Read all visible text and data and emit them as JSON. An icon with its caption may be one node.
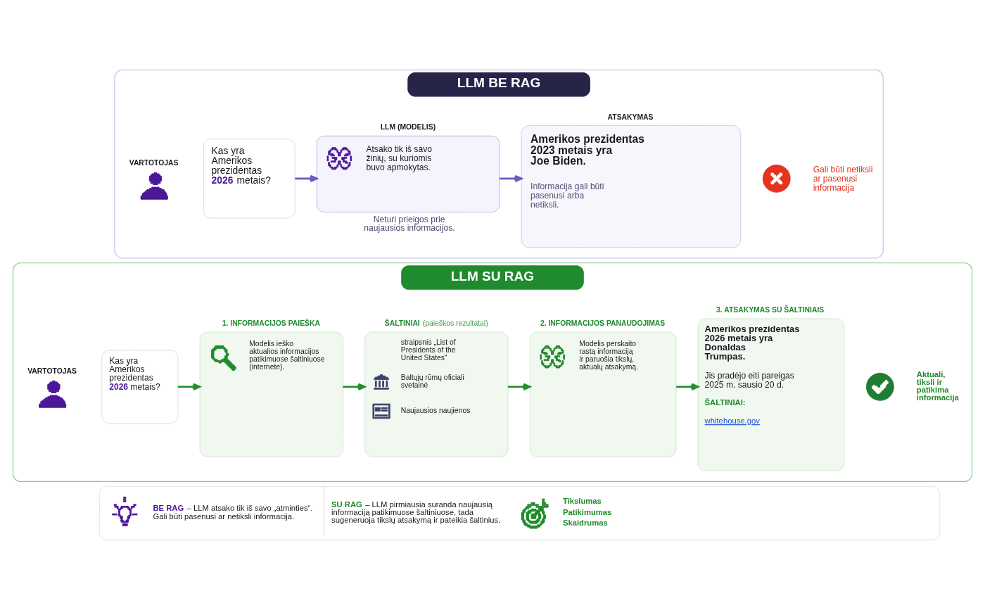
{
  "diagram": {
    "nodes": [
      {
        "text": [
          "LLM BE RAG"
        ]
      },
      {
        "text": [],
        "shape": "person",
        "in": 0,
        "beside": [
          "VARTOTOJAS"
        ]
      },
      {
        "text": [
          "Kas yra Amerikos prezidentas **2026** metais?"
        ],
        "in": 0
      },
      {
        "text": [
          "LLM (MODELIS)",
          "Atsako tik iš savo žinių, su kuriomis buvo apmokytas."
        ],
        "in": 0,
        "beside": [
          "Neturi prieigos prie naujausios informacijos."
        ]
      },
      {
        "text": [
          "ATSAKYMAS",
          "Amerikos prezidentas 2023 metais yra Joe Biden.",
          "Informacija gali būti pasenusi arba netiksli."
        ],
        "in": 0
      },
      {
        "text": [],
        "shape": "circle",
        "in": 0,
        "beside": [
          "Gali būti netiksli ar pasenusi informacija"
        ]
      },
      {
        "text": [
          "LLM SU RAG"
        ]
      },
      {
        "text": [],
        "shape": "person",
        "in": 6,
        "beside": [
          "VARTOTOJAS"
        ]
      },
      {
        "text": [
          "Kas yra Amerikos prezidentas **2026** metais?"
        ],
        "in": 6
      },
      {
        "text": [
          "1. INFORMACIJOS PAIEŠKA",
          "Modelis ieško aktualios informacijos patikimuose šaltiniuose (internete)."
        ],
        "in": 6
      },
      {
        "text": [
          "**ŠALTINIAI** (paieškos rezultatai)",
          "straipsnis „List of Presidents of the United States“",
          "Baltųjų rūmų oficiali svetainė",
          "Naujausios naujienos"
        ],
        "in": 6
      },
      {
        "text": [
          "2. INFORMACIJOS PANAUDOJIMAS",
          "Modelis perskaito rastą informaciją ir paruošia tikslų, aktualų atsakymą."
        ],
        "in": 6
      },
      {
        "text": [
          "3. ATSAKYMAS SU ŠALTINIAIS",
          "Amerikos prezidentas 2026 metais yra Donaldas Trumpas.",
          "Jis pradėjo eiti pareigas 2025 m. sausio 20 d.",
          "ŠALTINIAI:",
          "whitehouse.gov"
        ],
        "in": 6
      },
      {
        "text": [],
        "shape": "circle",
        "in": 6,
        "beside": [
          "Aktuali, tiksli ir patikima informacija"
        ]
      },
      {
        "text": [
          "**BE RAG** – LLM atsako tik iš savo „atminties“. Gali būti pasenusi ar netiksli informacija.",
          "**SU RAG** – LLM pirmiausia suranda naujausią informaciją patikimuose šaltiniuose, tada sugeneruoja tikslų atsakymą ir pateikia šaltinius.",
          "Tikslumas",
          "Patikimumas",
          "Skaidrumas"
        ]
      }
    ],
    "edges": [
      {
        "from": 2,
        "to": 3,
        "arrow": "to",
        "color": "#6a5bc2"
      },
      {
        "from": 3,
        "to": 4,
        "arrow": "to",
        "color": "#6a5bc2"
      },
      {
        "from": 8,
        "to": 9,
        "arrow": "to"
      },
      {
        "from": 9,
        "to": 10,
        "arrow": "to"
      },
      {
        "from": 10,
        "to": 11,
        "arrow": "to"
      },
      {
        "from": 11,
        "to": 12,
        "arrow": "to"
      }
    ]
  }
}
